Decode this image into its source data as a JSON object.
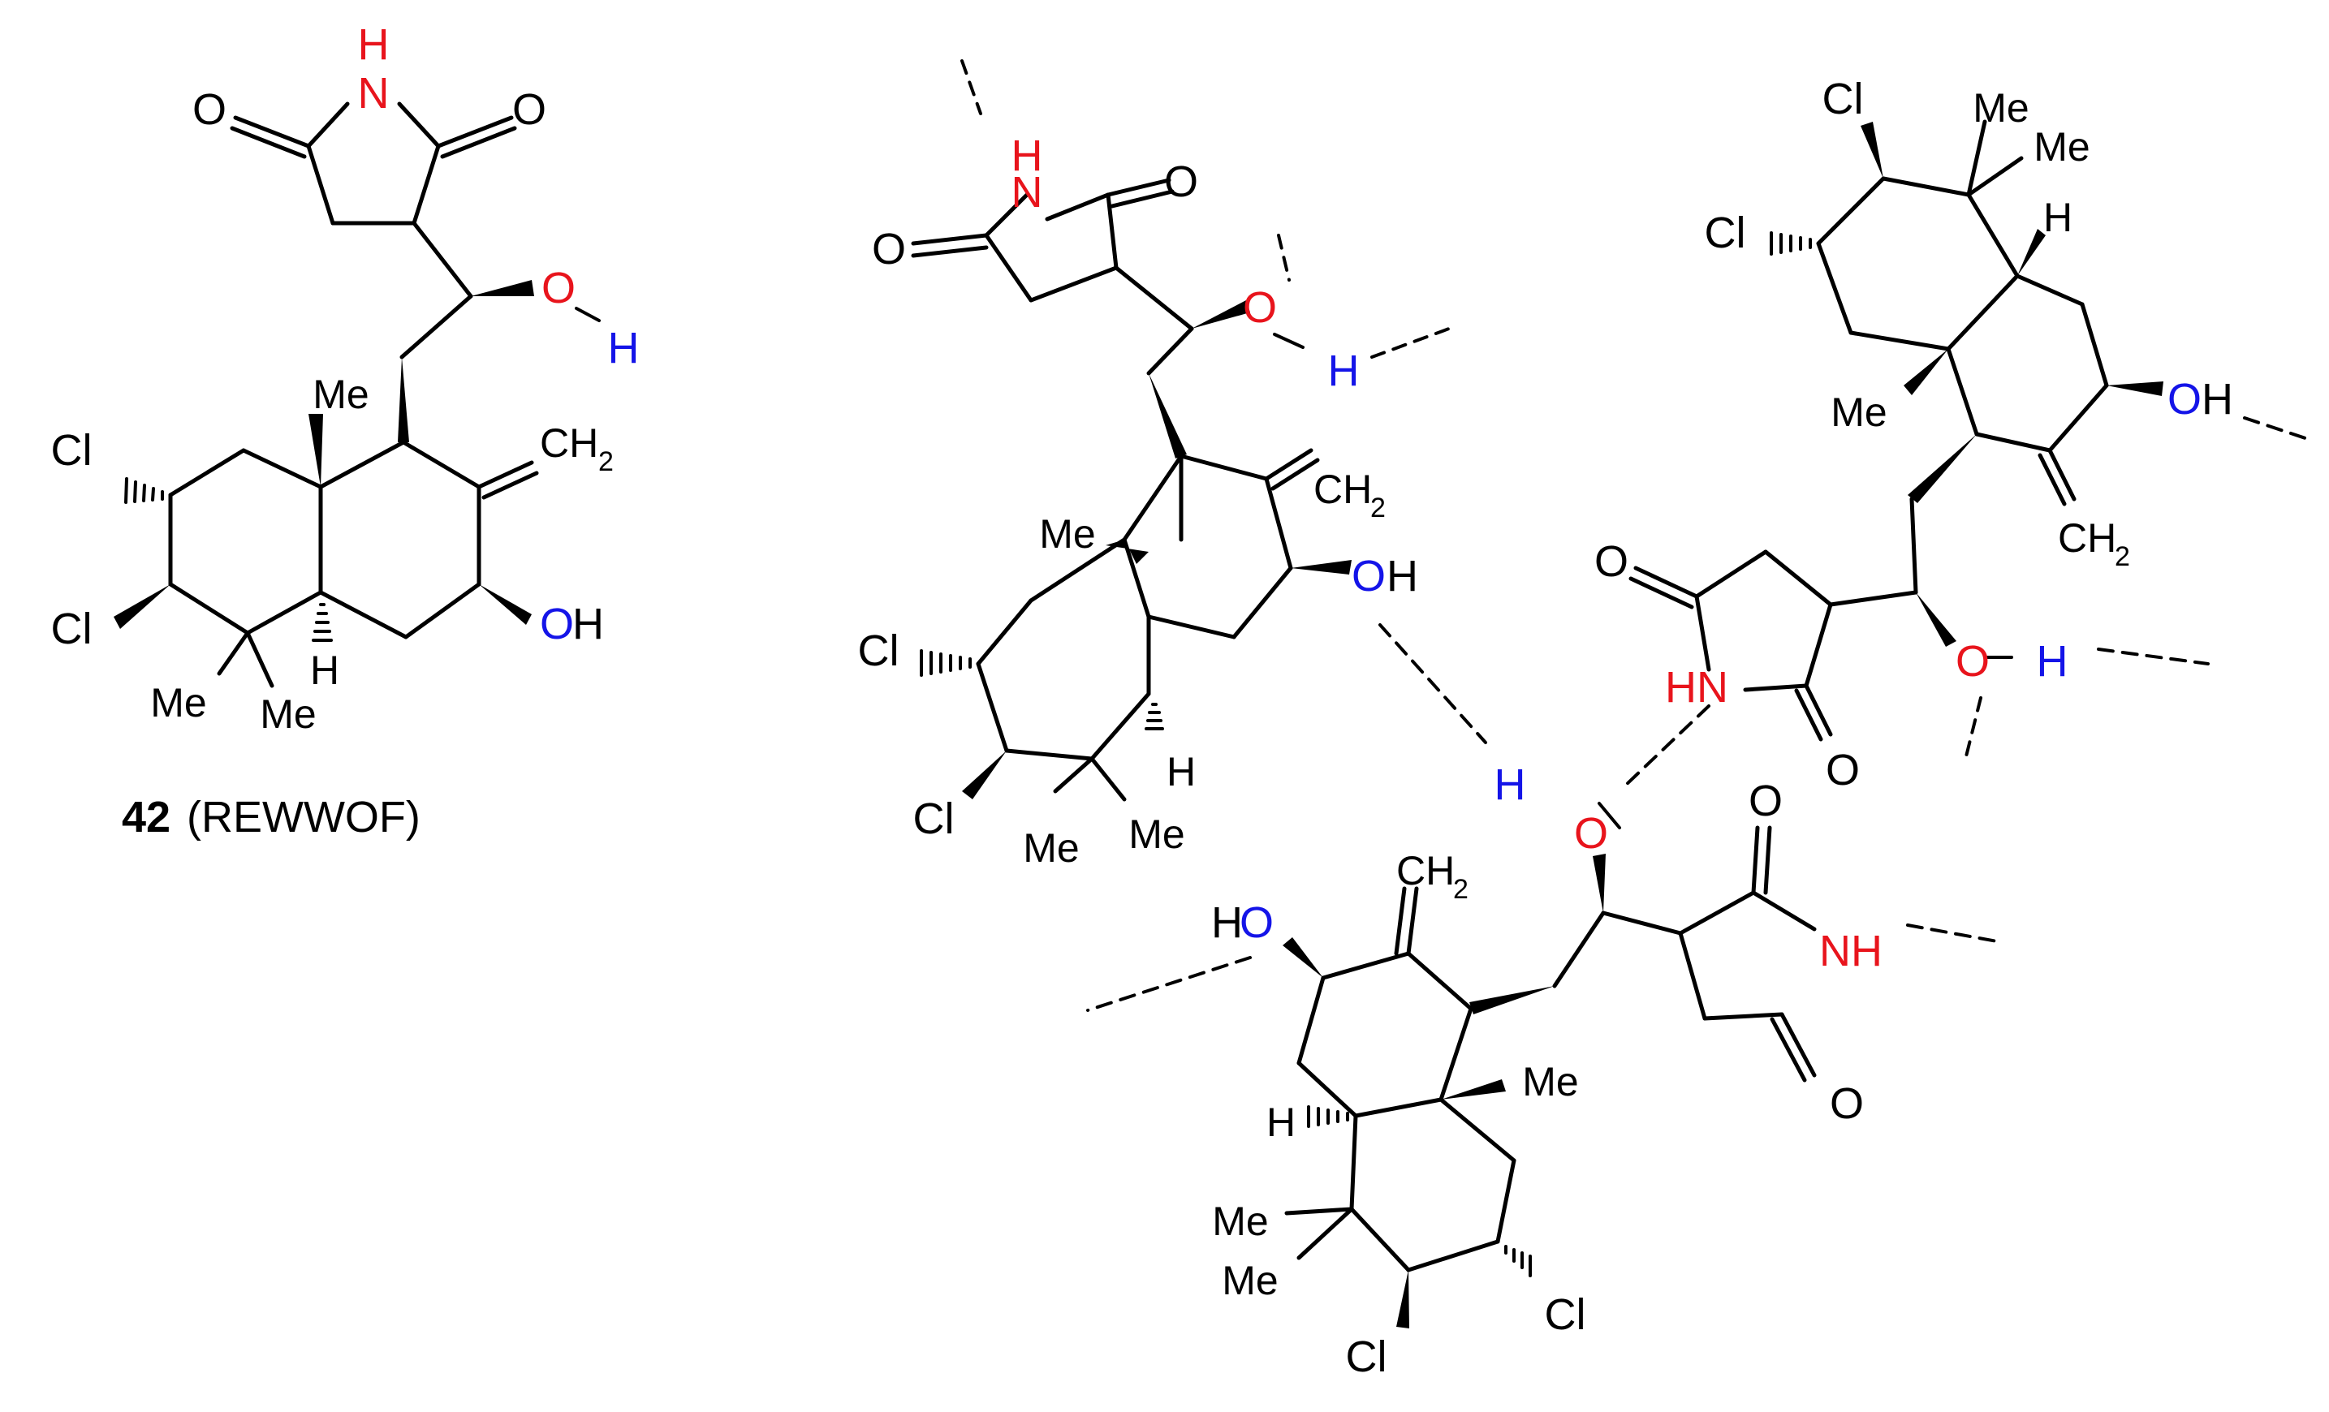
{
  "colors": {
    "bond": "#000000",
    "nitrogen": "#e8141c",
    "oxygen_h_donor": "#e8141c",
    "hydroxyl_blue": "#1414e8"
  },
  "labels": {
    "compound_number": "42",
    "compound_code": "(REWWOF)",
    "NH": "NH",
    "HN": "HN",
    "N": "N",
    "H": "H",
    "O": "O",
    "OH_O": "O",
    "OH_H": "H",
    "Cl": "Cl",
    "Me": "Me",
    "CH2_C": "CH",
    "CH2_sub": "2"
  }
}
